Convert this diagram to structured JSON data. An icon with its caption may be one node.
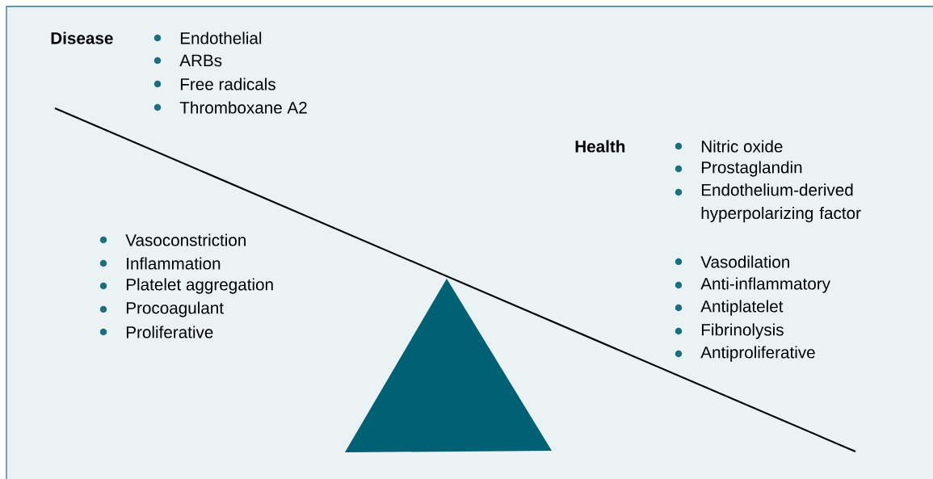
{
  "diagram": {
    "labels": [
      "Disease",
      "Endothelial",
      "ARBs",
      "Free radicals",
      "Thromboxane A2",
      "Health",
      "Nitric oxide",
      "Prostaglandin",
      "Endothelium-derived hyperpolarizing factor",
      "Vasoconstriction",
      "Inflammation",
      "Platelet aggregation",
      "Procoagulant",
      "Proliferative",
      "Vasodilation",
      "Anti-inflammatory",
      "Antiplatelet",
      "Fibrinolysis",
      "Antiproliferative"
    ]
  }
}
